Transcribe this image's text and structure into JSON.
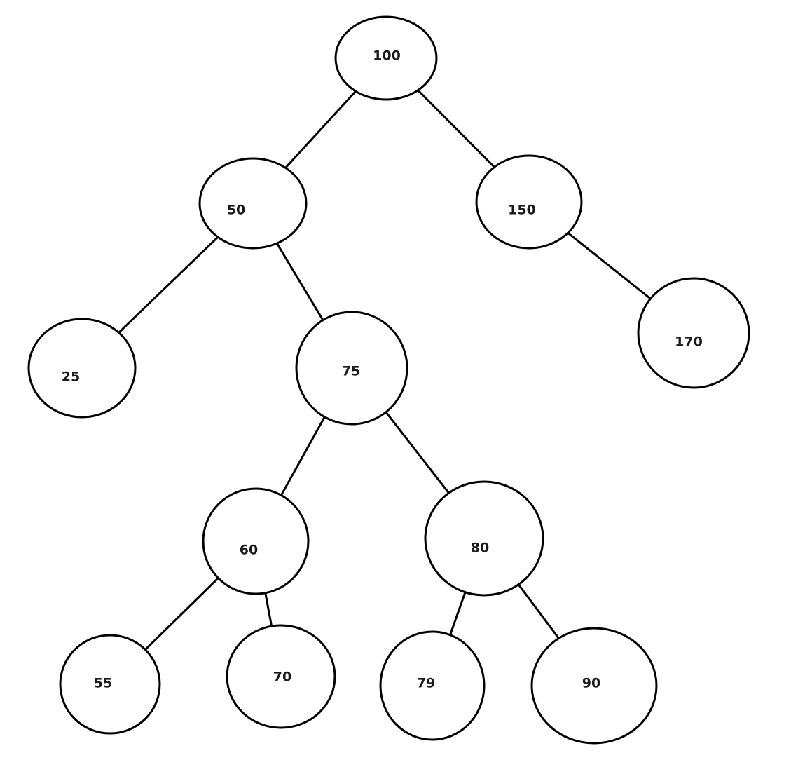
{
  "diagram": {
    "type": "binary-search-tree",
    "nodes": [
      {
        "id": "n100",
        "label": "100"
      },
      {
        "id": "n50",
        "label": "50"
      },
      {
        "id": "n150",
        "label": "150"
      },
      {
        "id": "n25",
        "label": "25"
      },
      {
        "id": "n75",
        "label": "75"
      },
      {
        "id": "n170",
        "label": "170"
      },
      {
        "id": "n60",
        "label": "60"
      },
      {
        "id": "n80",
        "label": "80"
      },
      {
        "id": "n55",
        "label": "55"
      },
      {
        "id": "n70",
        "label": "70"
      },
      {
        "id": "n79",
        "label": "79"
      },
      {
        "id": "n90",
        "label": "90"
      }
    ],
    "edges": [
      {
        "from": "n100",
        "to": "n50"
      },
      {
        "from": "n100",
        "to": "n150"
      },
      {
        "from": "n50",
        "to": "n25"
      },
      {
        "from": "n50",
        "to": "n75"
      },
      {
        "from": "n150",
        "to": "n170"
      },
      {
        "from": "n75",
        "to": "n60"
      },
      {
        "from": "n75",
        "to": "n80"
      },
      {
        "from": "n60",
        "to": "n55"
      },
      {
        "from": "n60",
        "to": "n70"
      },
      {
        "from": "n80",
        "to": "n79"
      },
      {
        "from": "n80",
        "to": "n90"
      }
    ]
  }
}
